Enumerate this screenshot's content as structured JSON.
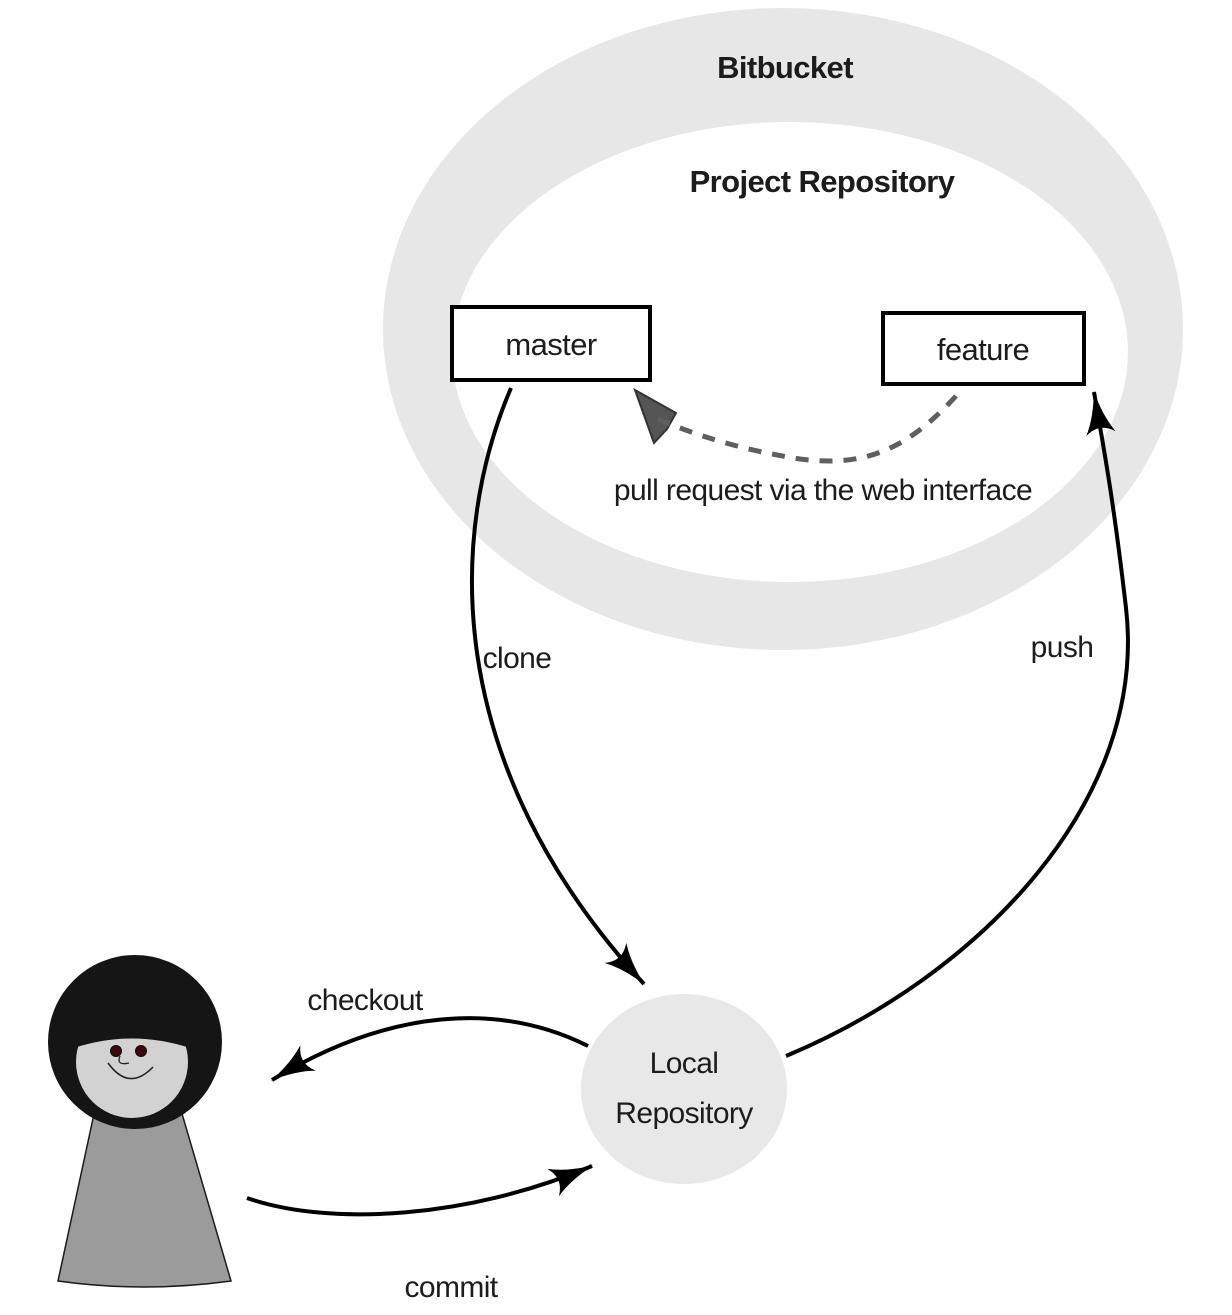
{
  "diagram": {
    "title": "Bitbucket",
    "bitbucket_label": "Bitbucket",
    "project_repository_label": "Project Repository",
    "branches": {
      "master_label": "master",
      "feature_label": "feature"
    },
    "local_repository": {
      "line1": "Local",
      "line2": "Repository"
    },
    "arrows": {
      "pull_request_label": "pull request via the web interface",
      "clone_label": "clone",
      "push_label": "push",
      "checkout_label": "checkout",
      "commit_label": "commit"
    },
    "icons": {
      "pointer": "cursor-arrowhead-icon",
      "person": "user-figure"
    },
    "colors": {
      "ring_gray": "#e7e7e7",
      "inner_white": "#ffffff",
      "local_repo_fill": "#e8e8e8",
      "dashed_arrow_gray": "#5f5f5f",
      "cursor_fill": "#555555",
      "line_black": "#000000",
      "box_fill": "#ffffff",
      "hair_black": "#151515",
      "face_gray": "#d2d2d2",
      "body_gray": "#9b9b9b",
      "eye_maroon": "#3a0b0b",
      "text_color": "#1c1c1c"
    }
  }
}
